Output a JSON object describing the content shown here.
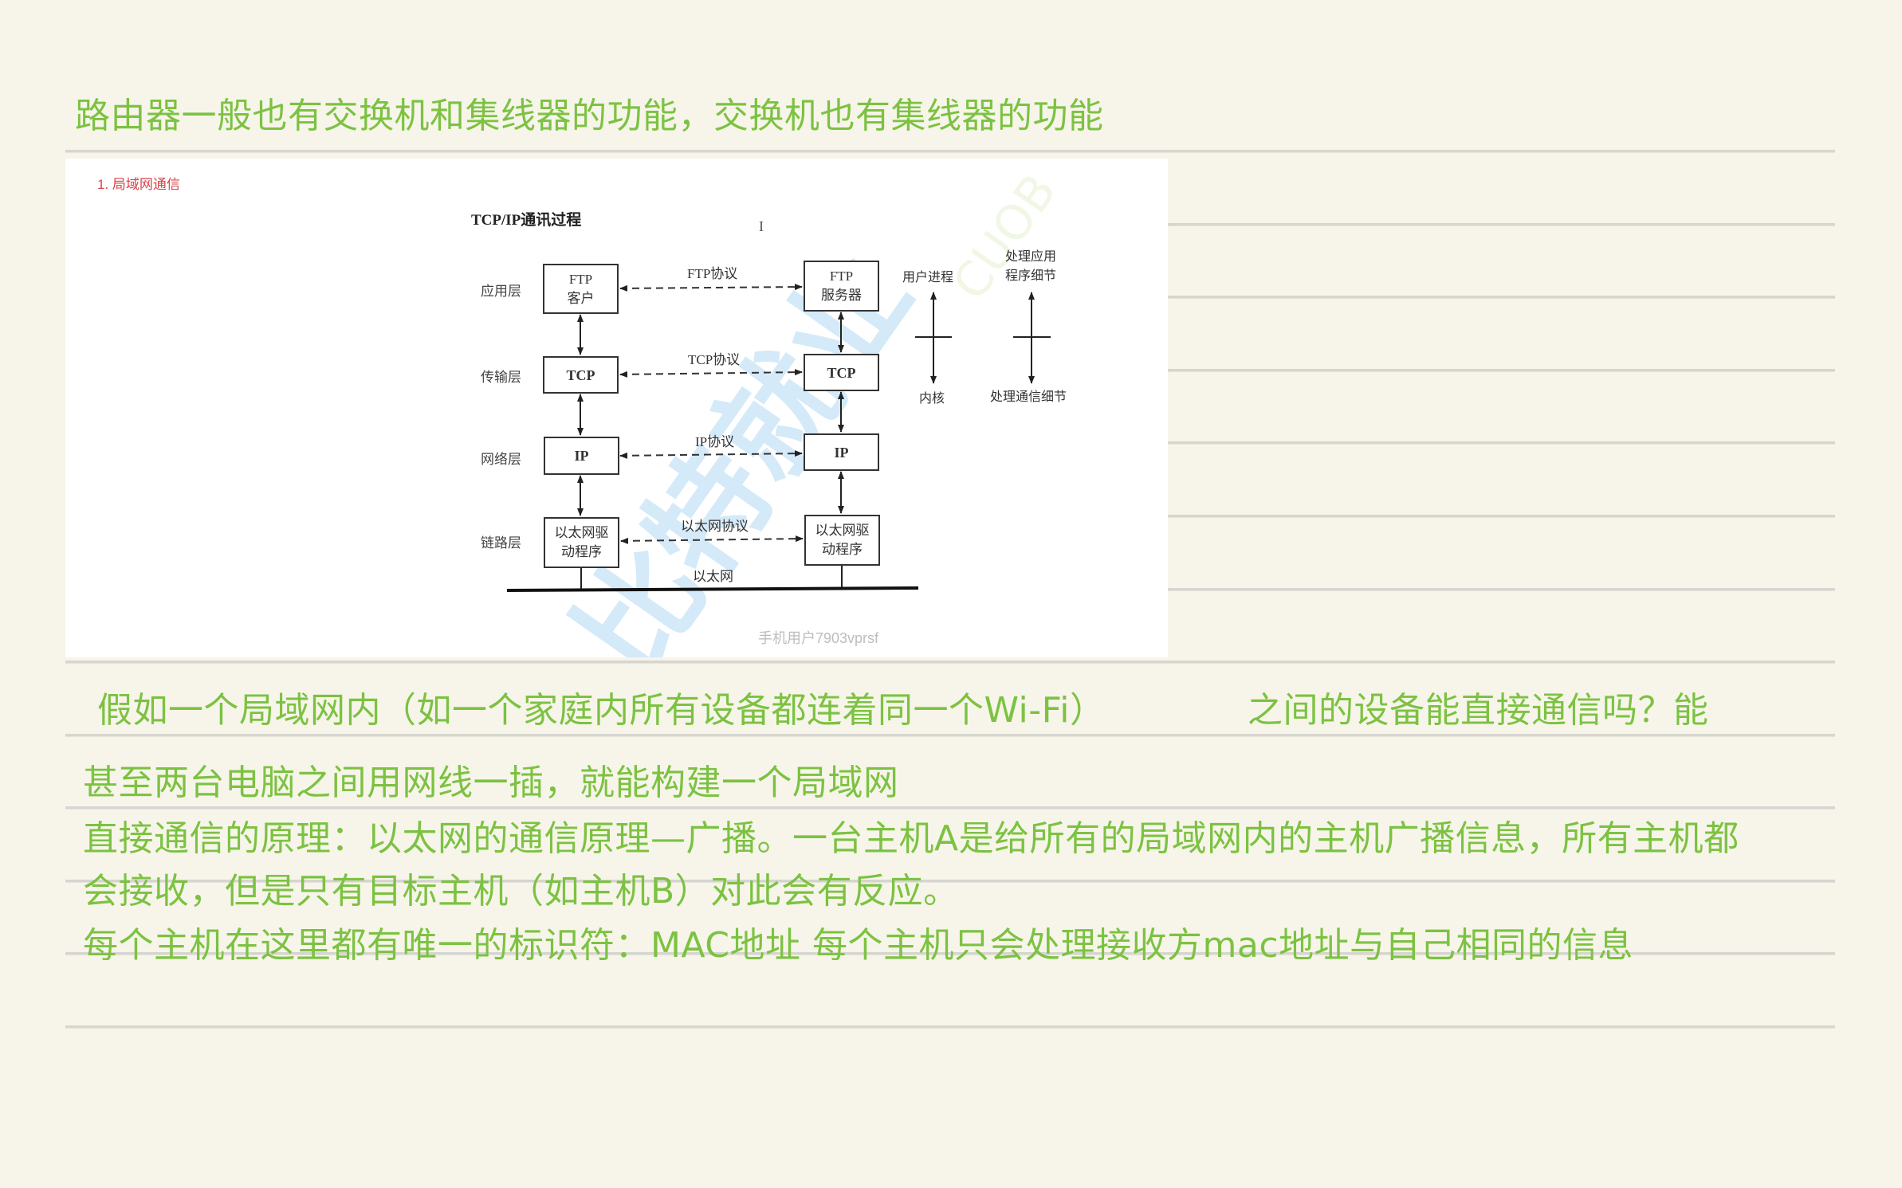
{
  "colors": {
    "background": "#f7f5e9",
    "note_text": "#7cc242",
    "rule_line": "#d6d5d0",
    "figure_heading": "#d9434a"
  },
  "notes": {
    "line1": "路由器一般也有交换机和集线器的功能，交换机也有集线器的功能",
    "line2_part1": "假如一个局域网内（如一个家庭内所有设备都连着同一个Wi-Fi）",
    "line2_part2": "之间的设备能直接通信吗？能",
    "line3": "甚至两台电脑之间用网线一插，就能构建一个局域网",
    "line4": "直接通信的原理：以太网的通信原理—广播。一台主机A是给所有的局域网内的主机广播信息，所有主机都",
    "line5": "会接收，但是只有目标主机（如主机B）对此会有反应。",
    "line6": "每个主机在这里都有唯一的标识符：MAC地址  每个主机只会处理接收方mac地址与自己相同的信息"
  },
  "figure": {
    "heading": "1. 局域网通信",
    "title": "TCP/IP通讯过程",
    "cursor": "I",
    "watermark": "比特就业",
    "watermark_secondary": "CUOB",
    "credit": "手机用户7903vprsf",
    "layers": [
      {
        "label": "应用层",
        "left_box": [
          "FTP",
          "客户"
        ],
        "right_box": [
          "FTP",
          "服务器"
        ],
        "protocol": "FTP协议"
      },
      {
        "label": "传输层",
        "left_box": [
          "TCP"
        ],
        "right_box": [
          "TCP"
        ],
        "protocol": "TCP协议"
      },
      {
        "label": "网络层",
        "left_box": [
          "IP"
        ],
        "right_box": [
          "IP"
        ],
        "protocol": "IP协议"
      },
      {
        "label": "链路层",
        "left_box": [
          "以太网驱",
          "动程序"
        ],
        "right_box": [
          "以太网驱",
          "动程序"
        ],
        "protocol": "以太网协议"
      }
    ],
    "medium": "以太网",
    "side_notes": {
      "user_process": "用户进程",
      "kernel": "内核",
      "app_detail_line1": "处理应用",
      "app_detail_line2": "程序细节",
      "comm_detail": "处理通信细节"
    }
  }
}
